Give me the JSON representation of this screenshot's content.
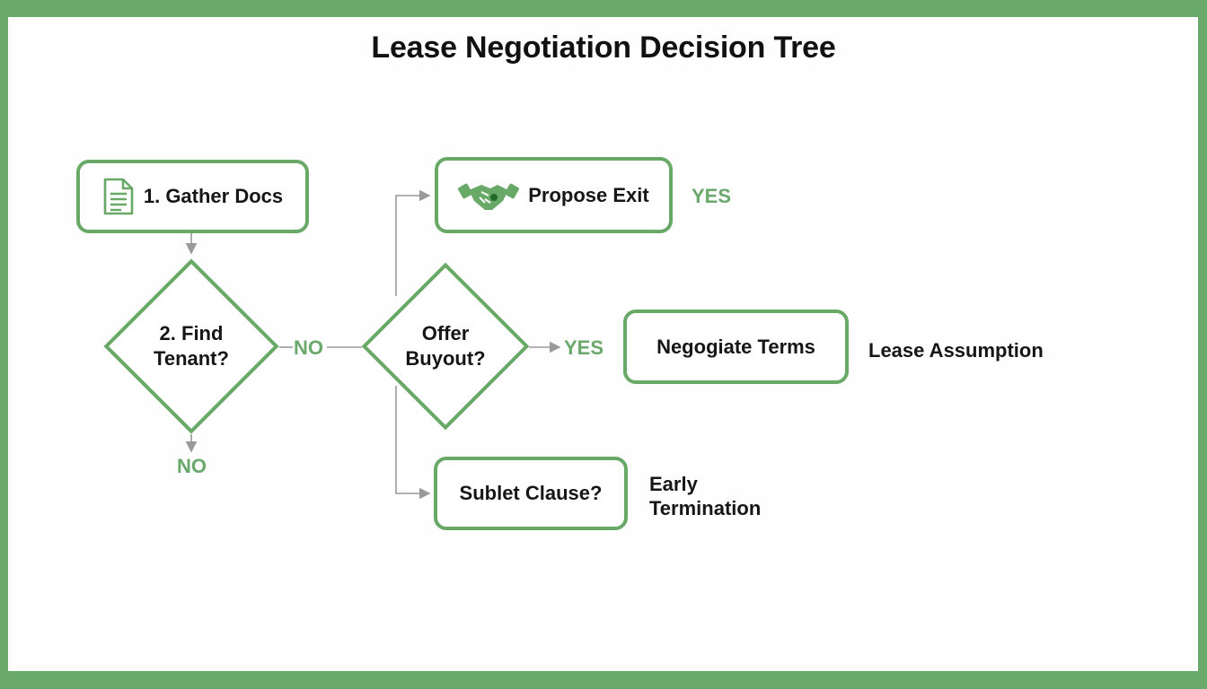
{
  "title": "Lease Negotiation Decision Tree",
  "colors": {
    "accent": "#68a968",
    "frame": "#69a96a",
    "connector": "#9a9a9a",
    "text": "#161616"
  },
  "nodes": {
    "gather_docs": {
      "label": "1. Gather Docs",
      "icon": "document-icon"
    },
    "find_tenant": {
      "line1": "2. Find",
      "line2": "Tenant?"
    },
    "offer_buyout": {
      "line1": "Offer",
      "line2": "Buyout?"
    },
    "propose_exit": {
      "label": "Propose Exit",
      "icon": "handshake-icon"
    },
    "negotiate_terms": {
      "label": "Negogiate Terms"
    },
    "sublet_clause": {
      "label": "Sublet Clause?"
    }
  },
  "labels": {
    "no_right": "NO",
    "no_bottom": "NO",
    "yes_propose": "YES",
    "yes_offer": "YES",
    "lease_assumption": "Lease Assumption",
    "early_line1": "Early",
    "early_line2": "Termination"
  }
}
